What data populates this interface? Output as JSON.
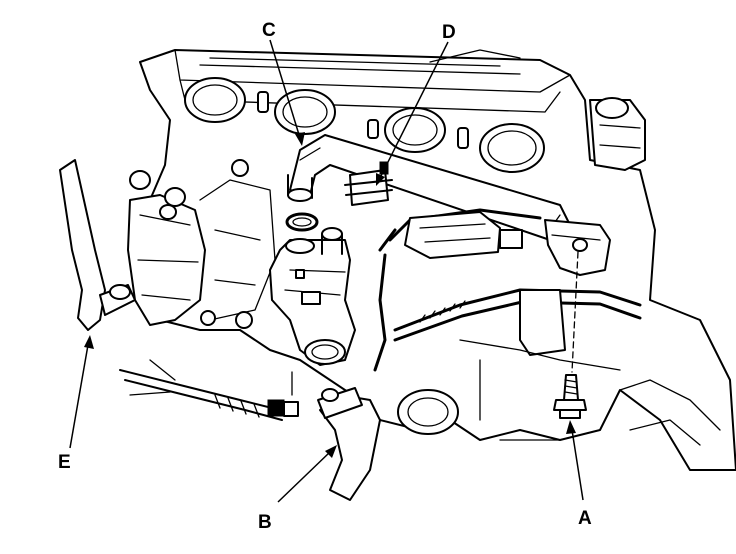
{
  "diagram": {
    "callouts": [
      {
        "id": "a",
        "label": "A"
      },
      {
        "id": "b",
        "label": "B"
      },
      {
        "id": "c",
        "label": "C"
      },
      {
        "id": "d",
        "label": "D"
      },
      {
        "id": "e",
        "label": "E"
      }
    ],
    "colors": {
      "line": "#000000",
      "background": "#ffffff"
    }
  }
}
